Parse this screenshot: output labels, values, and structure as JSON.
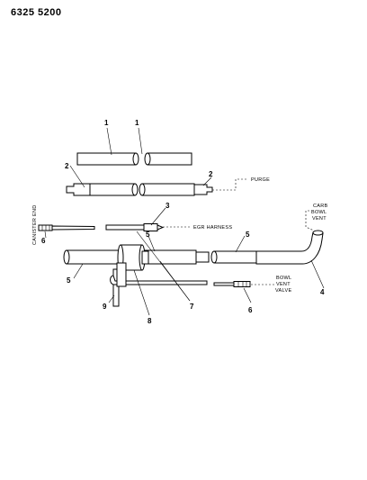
{
  "header": {
    "part_code": "6325 5200"
  },
  "labels": {
    "purge": "PURGE",
    "egr_harness": "EGR HARNESS",
    "canister_end": "CANISTER END",
    "carb_bowl_vent": [
      "CARB",
      "BOWL",
      "VENT"
    ],
    "bowl_vent_valve": [
      "BOWL",
      "VENT",
      "VALVE"
    ]
  },
  "callouts": {
    "c1a": "1",
    "c1b": "1",
    "c2a": "2",
    "c2b": "2",
    "c3": "3",
    "c4": "4",
    "c5a": "5",
    "c5b": "5",
    "c5c": "5",
    "c6a": "6",
    "c6b": "6",
    "c7": "7",
    "c8": "8",
    "c9": "9"
  }
}
